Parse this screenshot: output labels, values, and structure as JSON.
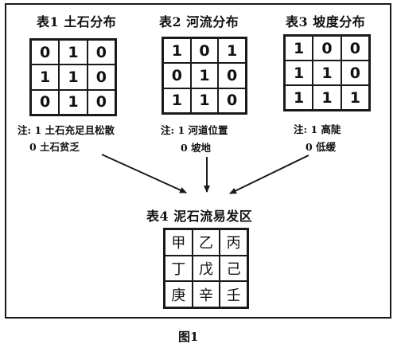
{
  "table1": {
    "title": "表1  土石分布",
    "cells": [
      [
        "0",
        "1",
        "0"
      ],
      [
        "1",
        "1",
        "0"
      ],
      [
        "0",
        "1",
        "0"
      ]
    ],
    "note_line1": "注: 1 土石充足且松散",
    "note_line2": "0 土石贫乏"
  },
  "table2": {
    "title": "表2  河流分布",
    "cells": [
      [
        "1",
        "0",
        "1"
      ],
      [
        "0",
        "1",
        "0"
      ],
      [
        "1",
        "1",
        "0"
      ]
    ],
    "note_line1": "注: 1 河道位置",
    "note_line2": "0 坡地"
  },
  "table3": {
    "title": "表3  坡度分布",
    "cells": [
      [
        "1",
        "0",
        "0"
      ],
      [
        "1",
        "1",
        "0"
      ],
      [
        "1",
        "1",
        "1"
      ]
    ],
    "note_line1": "注: 1 高陡",
    "note_line2": "0 低缓"
  },
  "table4": {
    "title": "表4  泥石流易发区",
    "cells": [
      [
        "甲",
        "乙",
        "丙"
      ],
      [
        "丁",
        "戊",
        "己"
      ],
      [
        "庚",
        "辛",
        "壬"
      ]
    ]
  },
  "figure_caption": "图1"
}
